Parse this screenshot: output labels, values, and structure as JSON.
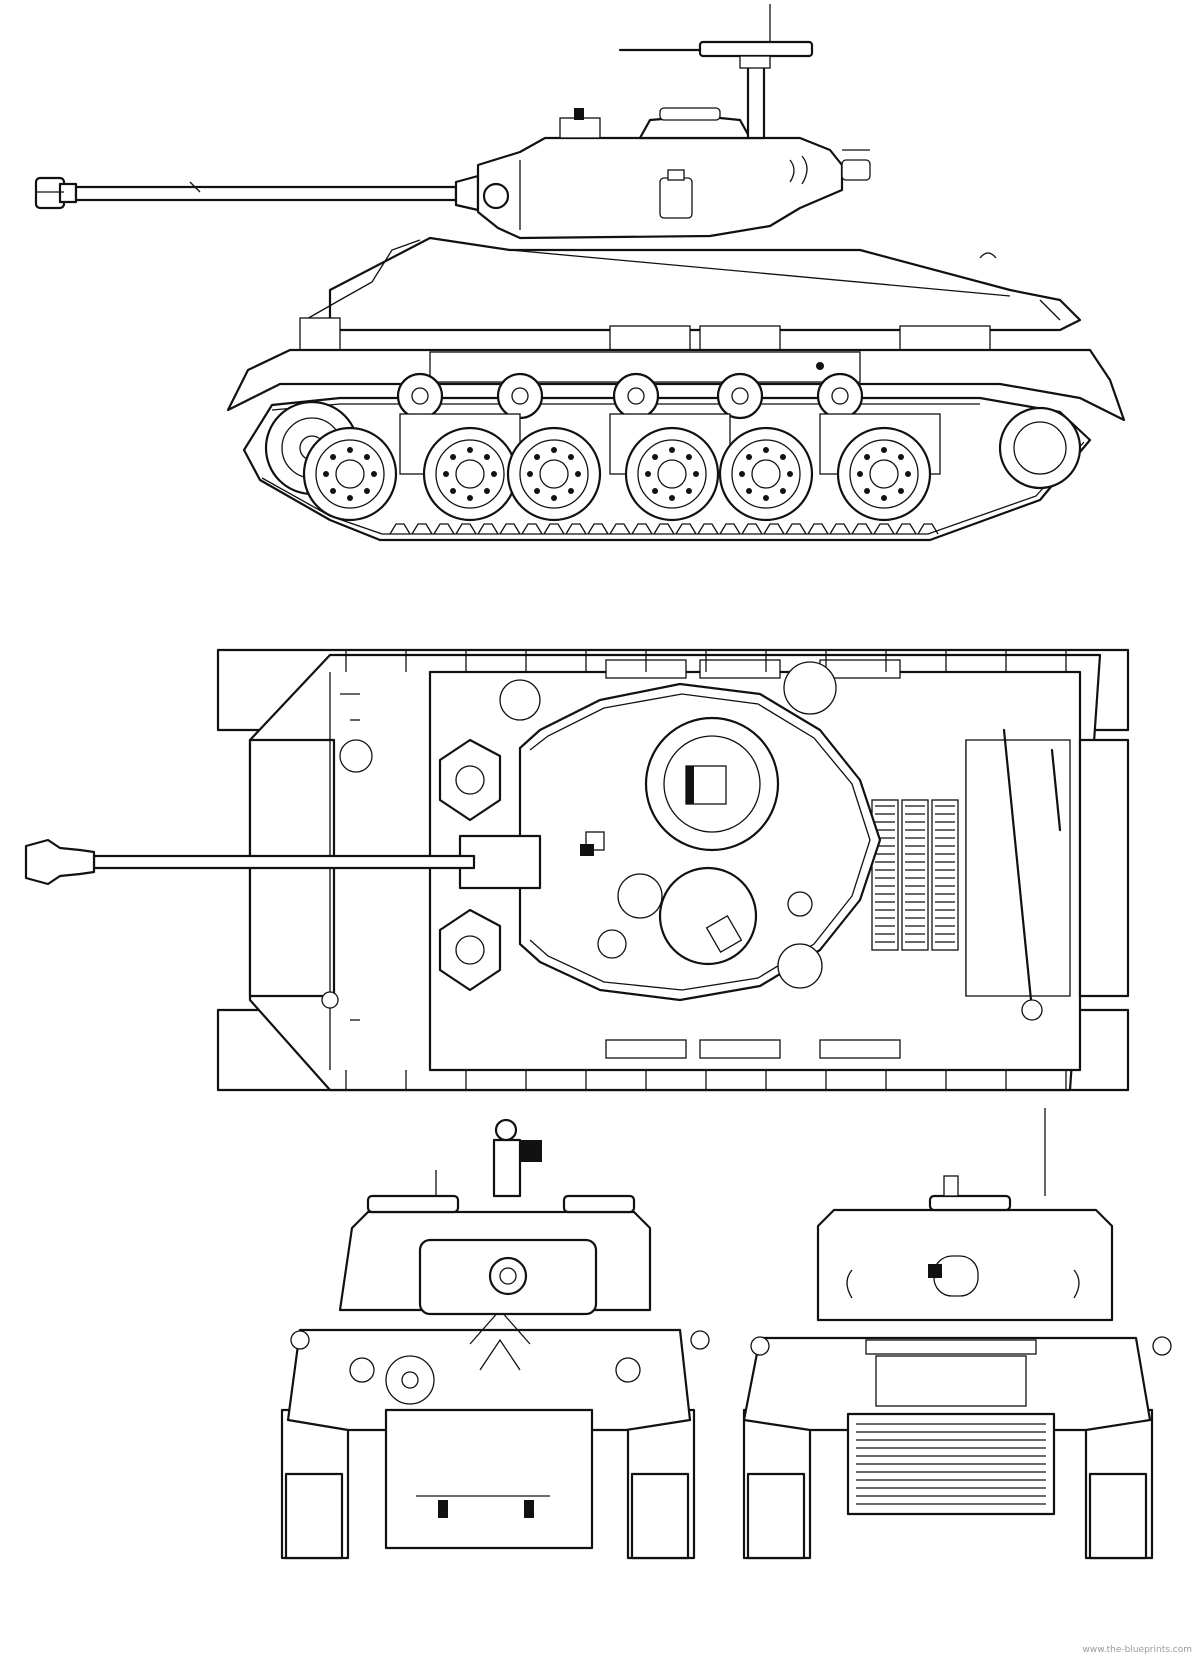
{
  "drawing": {
    "views": [
      "side-elevation",
      "top-plan",
      "front-elevation",
      "rear-elevation"
    ],
    "watermark": "www.the-blueprints.com",
    "line_color": "#111111",
    "background": "#ffffff"
  }
}
